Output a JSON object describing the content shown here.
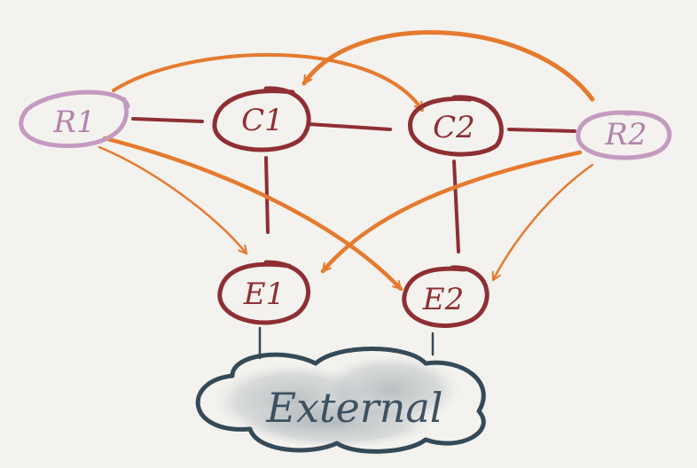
{
  "diagram": {
    "colors": {
      "background": "#f4f2ee",
      "core_router": "#8e2f33",
      "route_reflector": "#c49ac0",
      "route_reflector_text": "#b284ad",
      "session_arrow": "#e57a2f",
      "physical_link": "#8e2f33",
      "external_cloud": "#354a58",
      "external_text": "#3e5160"
    },
    "nodes": [
      {
        "id": "R1",
        "label": "R1",
        "role": "route-reflector"
      },
      {
        "id": "C1",
        "label": "C1",
        "role": "core-router"
      },
      {
        "id": "C2",
        "label": "C2",
        "role": "core-router"
      },
      {
        "id": "R2",
        "label": "R2",
        "role": "route-reflector"
      },
      {
        "id": "E1",
        "label": "E1",
        "role": "edge-router"
      },
      {
        "id": "E2",
        "label": "E2",
        "role": "edge-router"
      }
    ],
    "links": [
      {
        "from": "R1",
        "to": "C1"
      },
      {
        "from": "C1",
        "to": "C2"
      },
      {
        "from": "C2",
        "to": "R2"
      },
      {
        "from": "C1",
        "to": "E1"
      },
      {
        "from": "C2",
        "to": "E2"
      },
      {
        "from": "E1",
        "to": "External"
      },
      {
        "from": "E2",
        "to": "External"
      }
    ],
    "sessions": [
      {
        "from": "R1",
        "to": "C2"
      },
      {
        "from": "R1",
        "to": "E1"
      },
      {
        "from": "R1",
        "to": "E2"
      },
      {
        "from": "R2",
        "to": "C1"
      },
      {
        "from": "R2",
        "to": "E1"
      },
      {
        "from": "R2",
        "to": "E2"
      }
    ],
    "external": {
      "label": "External"
    }
  }
}
